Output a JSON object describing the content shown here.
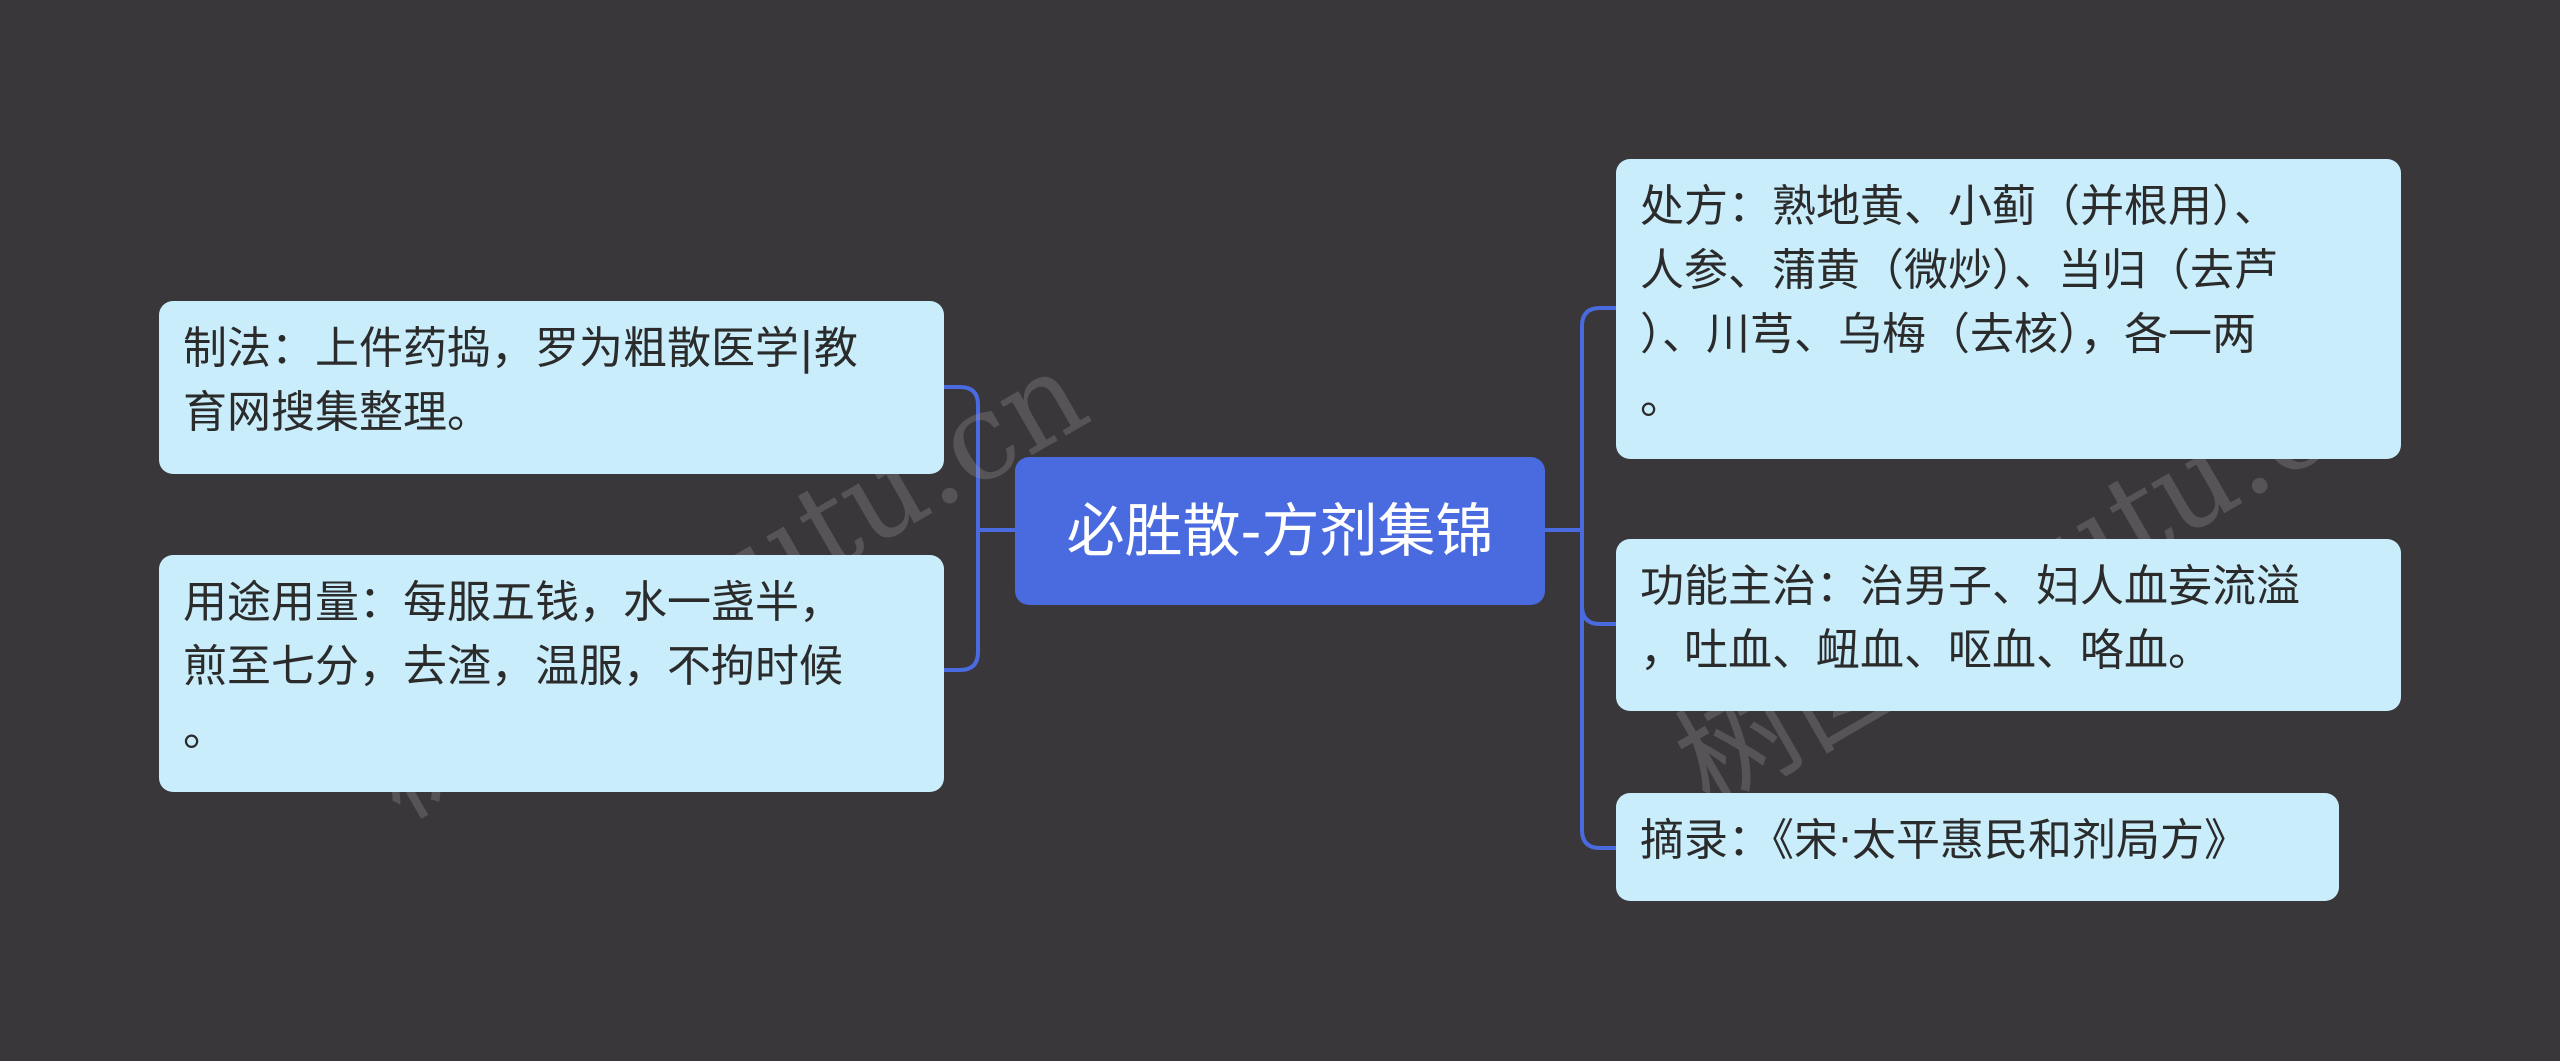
{
  "center": {
    "title": "必胜散-方剂集锦"
  },
  "left_branches": [
    {
      "text": "制法：上件药捣，罗为粗散医学|教\n育网搜集整理。"
    },
    {
      "text": "用途用量：每服五钱，水一盏半，\n煎至七分，去渣，温服，不拘时候\n。"
    }
  ],
  "right_branches": [
    {
      "text": "处方：熟地黄、小蓟（并根用）、\n人参、蒲黄（微炒）、当归（去芦\n）、川芎、乌梅（去核），各一两\n。"
    },
    {
      "text": "功能主治：治男子、妇人血妄流溢\n，吐血、衄血、呕血、咯血。"
    },
    {
      "text": "摘录：《宋·太平惠民和剂局方》"
    }
  ],
  "watermark": {
    "text_left": "树图 shutu.cn",
    "text_right": "树图 shutu.cn"
  },
  "colors": {
    "background": "#39373a",
    "center_fill": "#4a6ae0",
    "branch_fill": "#c9edfb",
    "connector": "#4a6ae0"
  }
}
